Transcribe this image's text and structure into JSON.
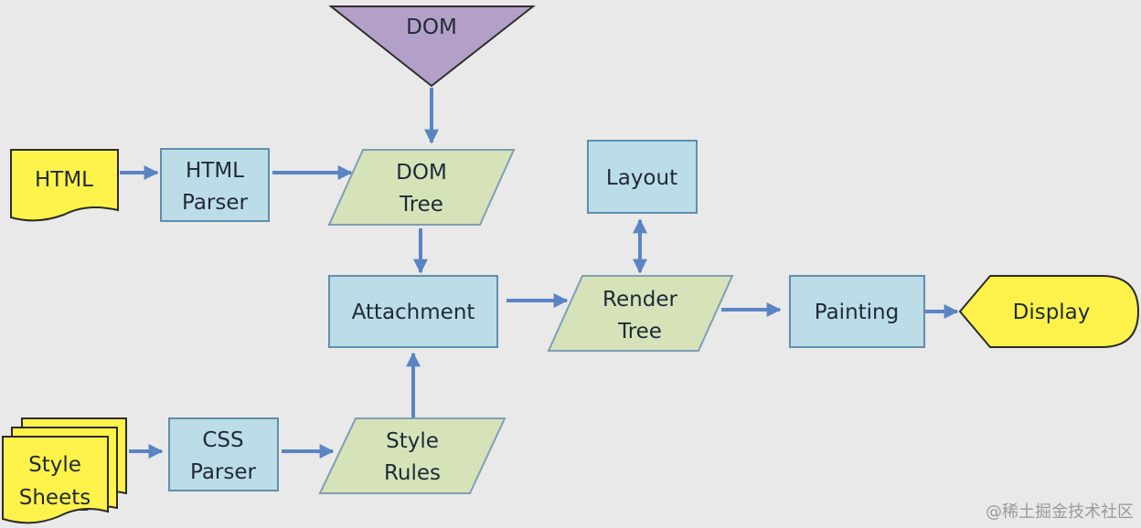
{
  "nodes": {
    "dom": {
      "label": "DOM"
    },
    "html": {
      "label": "HTML"
    },
    "html_parser": {
      "line1": "HTML",
      "line2": "Parser"
    },
    "dom_tree": {
      "line1": "DOM",
      "line2": "Tree"
    },
    "layout": {
      "label": "Layout"
    },
    "attachment": {
      "label": "Attachment"
    },
    "render_tree": {
      "line1": "Render",
      "line2": "Tree"
    },
    "painting": {
      "label": "Painting"
    },
    "display": {
      "label": "Display"
    },
    "style_sheets": {
      "line1": "Style",
      "line2": "Sheets"
    },
    "css_parser": {
      "line1": "CSS",
      "line2": "Parser"
    },
    "style_rules": {
      "line1": "Style",
      "line2": "Rules"
    }
  },
  "edges": [
    {
      "from": "dom",
      "to": "dom_tree"
    },
    {
      "from": "html",
      "to": "html_parser"
    },
    {
      "from": "html_parser",
      "to": "dom_tree"
    },
    {
      "from": "dom_tree",
      "to": "attachment"
    },
    {
      "from": "style_sheets",
      "to": "css_parser"
    },
    {
      "from": "css_parser",
      "to": "style_rules"
    },
    {
      "from": "style_rules",
      "to": "attachment"
    },
    {
      "from": "attachment",
      "to": "render_tree"
    },
    {
      "from": "render_tree",
      "to": "layout",
      "bidirectional": true
    },
    {
      "from": "render_tree",
      "to": "painting"
    },
    {
      "from": "painting",
      "to": "display"
    }
  ],
  "colors": {
    "process_fill": "#bcdde7",
    "process_stroke": "#5f8fae",
    "data_fill": "#d6e2b8",
    "data_stroke": "#7f9fb5",
    "io_fill": "#fff24a",
    "io_stroke": "#2b2b2b",
    "dom_fill": "#b3a0c9",
    "arrow": "#5b84c4"
  },
  "watermark": "@稀土掘金技术社区"
}
